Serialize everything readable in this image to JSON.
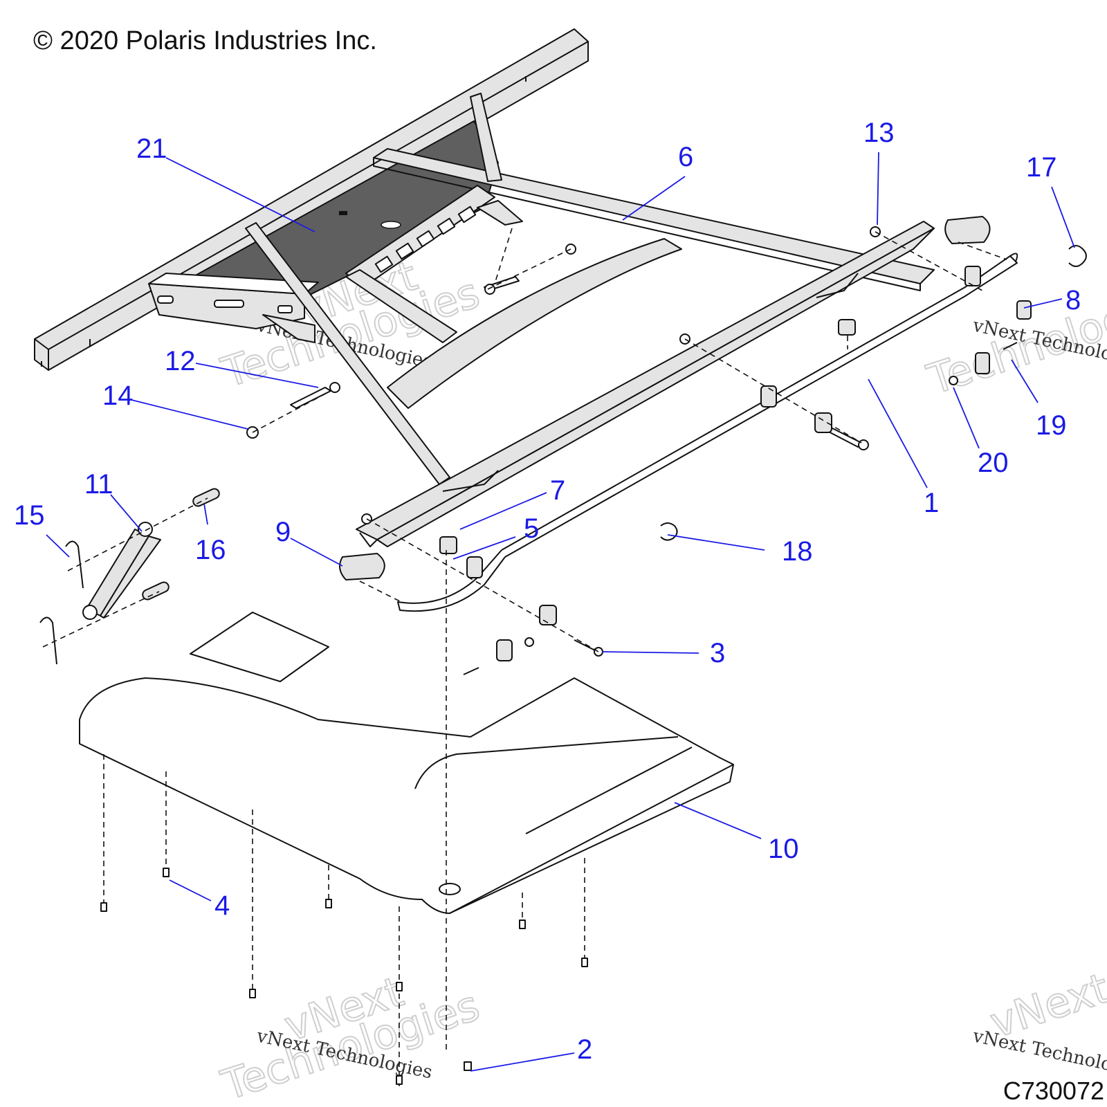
{
  "copyright": "© 2020 Polaris Industries Inc.",
  "drawing_id": "C730072",
  "watermark": {
    "line1": "vNext",
    "line2": "vNext Technologies",
    "line3": "Technologies"
  },
  "colors": {
    "callout": "#1a1ae6",
    "line": "#111111",
    "panel_fill": "#5f5f5f",
    "part_fill": "#e4e4e4"
  },
  "callouts": [
    {
      "id": "1",
      "label": "1"
    },
    {
      "id": "2",
      "label": "2"
    },
    {
      "id": "3",
      "label": "3"
    },
    {
      "id": "4",
      "label": "4"
    },
    {
      "id": "5",
      "label": "5"
    },
    {
      "id": "6",
      "label": "6"
    },
    {
      "id": "7",
      "label": "7"
    },
    {
      "id": "8",
      "label": "8"
    },
    {
      "id": "9",
      "label": "9"
    },
    {
      "id": "10",
      "label": "10"
    },
    {
      "id": "11",
      "label": "11"
    },
    {
      "id": "12",
      "label": "12"
    },
    {
      "id": "13",
      "label": "13"
    },
    {
      "id": "14",
      "label": "14"
    },
    {
      "id": "15",
      "label": "15"
    },
    {
      "id": "16",
      "label": "16"
    },
    {
      "id": "17",
      "label": "17"
    },
    {
      "id": "18",
      "label": "18"
    },
    {
      "id": "19",
      "label": "19"
    },
    {
      "id": "20",
      "label": "20"
    },
    {
      "id": "21",
      "label": "21"
    }
  ]
}
